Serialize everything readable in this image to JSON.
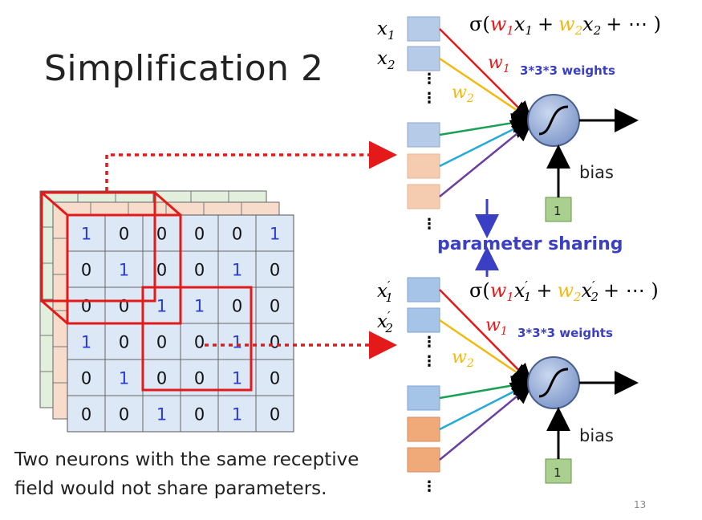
{
  "title": "Simplification 2",
  "caption": {
    "line1": "Two neurons with the same receptive",
    "line2": "field would not share parameters."
  },
  "slide_number": "13",
  "image_grid": [
    [
      "1",
      "0",
      "0",
      "0",
      "0",
      "1"
    ],
    [
      "0",
      "1",
      "0",
      "0",
      "1",
      "0"
    ],
    [
      "0",
      "0",
      "1",
      "1",
      "0",
      "0"
    ],
    [
      "1",
      "0",
      "0",
      "0",
      "1",
      "0"
    ],
    [
      "0",
      "1",
      "0",
      "0",
      "1",
      "0"
    ],
    [
      "0",
      "0",
      "1",
      "0",
      "1",
      "0"
    ]
  ],
  "neuron_top": {
    "inputs": [
      "x",
      "x"
    ],
    "input_subscripts": [
      "1",
      "2"
    ],
    "formula_prefix": "σ(",
    "formula_w1": "w",
    "formula_w1_sub": "1",
    "formula_x1": "x",
    "formula_x1_sub": "1",
    "formula_plus": "+",
    "formula_w2": "w",
    "formula_w2_sub": "2",
    "formula_x2": "x",
    "formula_x2_sub": "2",
    "formula_suffix": "+ ⋯ )",
    "w1_label": "w",
    "w1_sub": "1",
    "w2_label": "w",
    "w2_sub": "2",
    "weights_note": "3*3*3 weights",
    "bias_label": "bias",
    "bias_value": "1"
  },
  "neuron_bottom": {
    "inputs": [
      "x",
      "x"
    ],
    "input_subscripts": [
      "1",
      "2"
    ],
    "prime": "′",
    "formula_prefix": "σ(",
    "formula_w1": "w",
    "formula_w1_sub": "1",
    "formula_x1": "x",
    "formula_x1_sub": "1",
    "formula_plus": "+",
    "formula_w2": "w",
    "formula_w2_sub": "2",
    "formula_x2": "x",
    "formula_x2_sub": "2",
    "formula_suffix": "+ ⋯ )",
    "w1_label": "w",
    "w1_sub": "1",
    "w2_label": "w",
    "w2_sub": "2",
    "weights_note": "3*3*3 weights",
    "bias_label": "bias",
    "bias_value": "1"
  },
  "parameter_sharing_label": "parameter sharing",
  "colors": {
    "blue_digit": "#2a3bd1",
    "grid_blue": "#dde8f6",
    "grid_orange": "#f7dccb",
    "grid_green": "#e2efdc",
    "receptive_field": "#e41a1a",
    "w1": "#e41a1a",
    "w2": "#f2b90f",
    "line_green": "#1aa055",
    "line_cyan": "#25a9d8",
    "line_purple": "#6b3fa0",
    "sharing_text": "#3a3fc4",
    "input_blue": "#a9c3e6",
    "input_orange": "#f3c7a8",
    "bias_green": "#a9d08e"
  }
}
